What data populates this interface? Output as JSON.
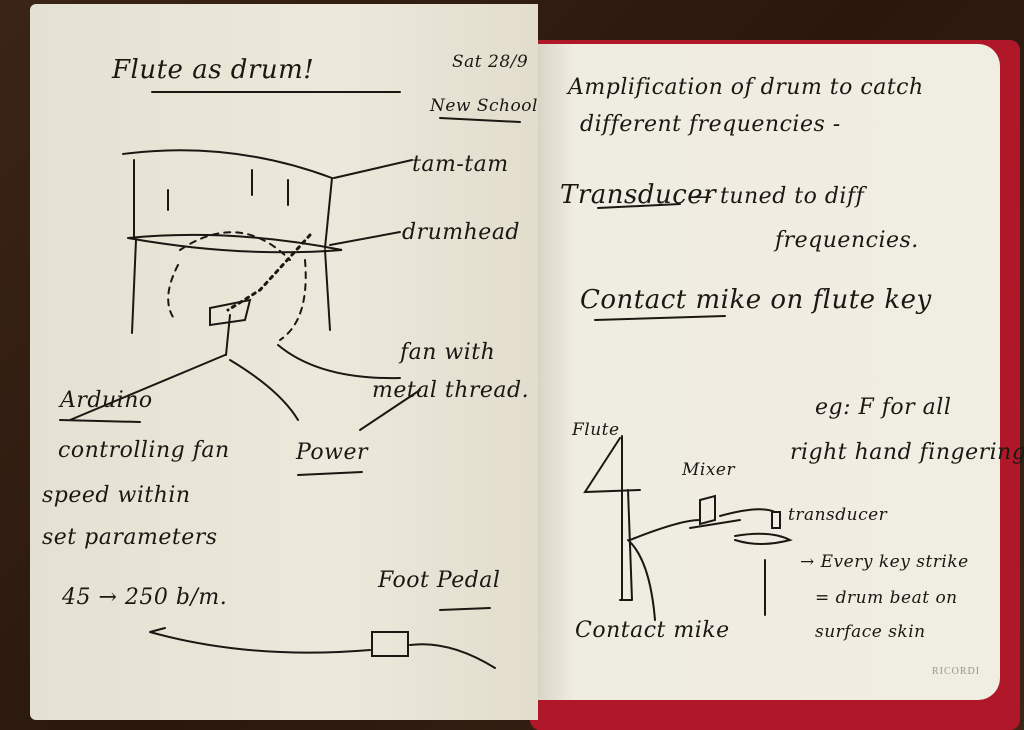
{
  "left_page": {
    "title": "Flute as drum!",
    "date": "Sat 28/9",
    "location": "New School",
    "labels": {
      "tam_tam": "tam-tam",
      "drumhead": "drumhead",
      "fan_line1": "fan with",
      "fan_line2": "metal thread.",
      "arduino": "Arduino",
      "power": "Power",
      "foot_pedal": "Foot Pedal"
    },
    "notes": [
      "controlling fan",
      "speed within",
      "set parameters",
      "45 → 250 b/m."
    ]
  },
  "right_page": {
    "amplification": [
      "Amplification of drum to catch",
      "different frequencies -"
    ],
    "transducer_heading": "Transducer",
    "transducer_note": [
      "— tuned to diff",
      "frequencies."
    ],
    "contact_heading": "Contact mike on flute key",
    "example": [
      "eg: F for all",
      "right hand fingering"
    ],
    "diagram": {
      "flute": "Flute",
      "mixer": "Mixer",
      "transducer": "transducer",
      "contact_mike": "Contact mike"
    },
    "result": [
      "→ Every key strike",
      "= drum beat on",
      "surface skin"
    ],
    "brand": "RICORDI"
  }
}
